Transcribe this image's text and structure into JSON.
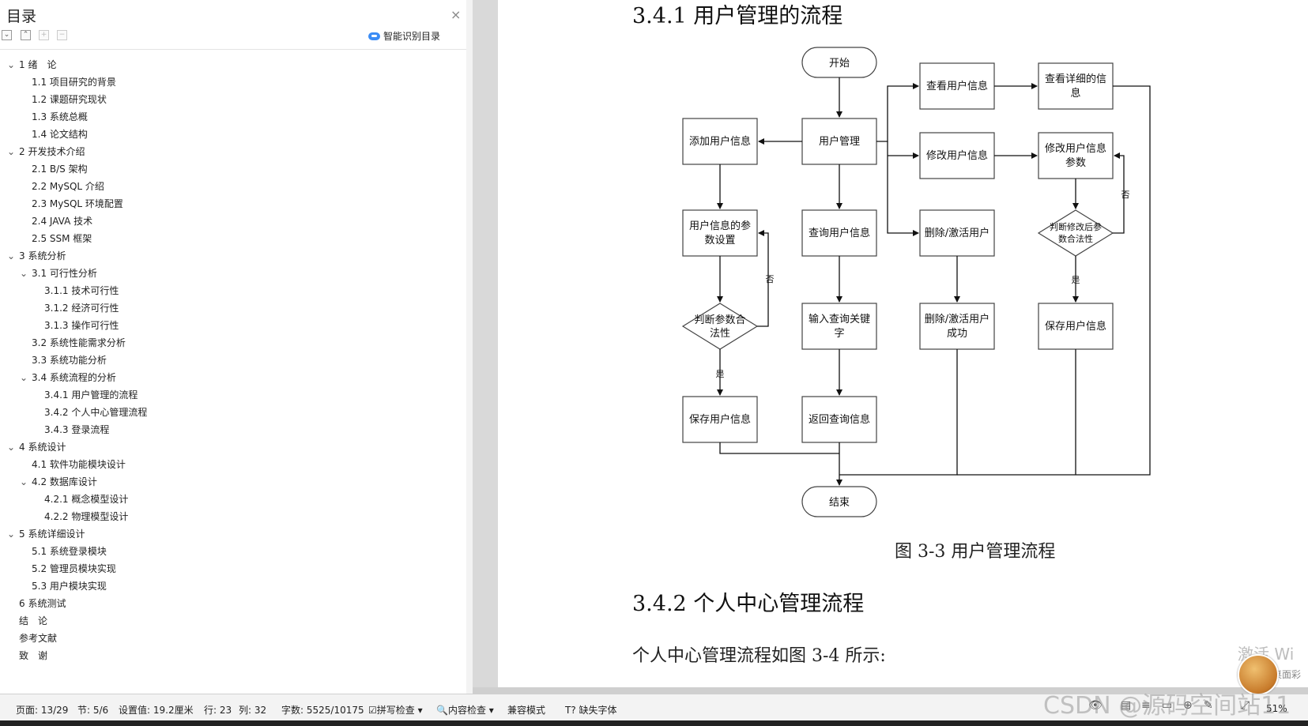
{
  "toc": {
    "title": "目录",
    "close_icon": "×",
    "toolbar": [
      "collapse-all-icon",
      "expand-icon",
      "add-icon",
      "remove-icon"
    ],
    "smart_toc_label": "智能识别目录",
    "items": [
      {
        "label": "1 绪　论",
        "level": 0,
        "expanded": true
      },
      {
        "label": "1.1 项目研究的背景",
        "level": 1
      },
      {
        "label": "1.2 课题研究现状",
        "level": 1
      },
      {
        "label": "1.3 系统总概",
        "level": 1
      },
      {
        "label": "1.4 论文结构",
        "level": 1
      },
      {
        "label": "2 开发技术介绍",
        "level": 0,
        "expanded": true
      },
      {
        "label": "2.1 B/S 架构",
        "level": 1
      },
      {
        "label": "2.2 MySQL 介绍",
        "level": 1
      },
      {
        "label": "2.3 MySQL 环境配置",
        "level": 1
      },
      {
        "label": "2.4 JAVA 技术",
        "level": 1
      },
      {
        "label": "2.5 SSM 框架",
        "level": 1
      },
      {
        "label": "3 系统分析",
        "level": 0,
        "expanded": true
      },
      {
        "label": "3.1 可行性分析",
        "level": 1,
        "expanded": true
      },
      {
        "label": "3.1.1 技术可行性",
        "level": 2
      },
      {
        "label": "3.1.2 经济可行性",
        "level": 2
      },
      {
        "label": "3.1.3 操作可行性",
        "level": 2
      },
      {
        "label": "3.2 系统性能需求分析",
        "level": 1
      },
      {
        "label": "3.3 系统功能分析",
        "level": 1
      },
      {
        "label": "3.4 系统流程的分析",
        "level": 1,
        "expanded": true
      },
      {
        "label": "3.4.1  用户管理的流程",
        "level": 2
      },
      {
        "label": "3.4.2  个人中心管理流程",
        "level": 2
      },
      {
        "label": "3.4.3  登录流程",
        "level": 2
      },
      {
        "label": "4 系统设计",
        "level": 0,
        "expanded": true
      },
      {
        "label": "4.1  软件功能模块设计",
        "level": 1
      },
      {
        "label": "4.2  数据库设计",
        "level": 1,
        "expanded": true
      },
      {
        "label": "4.2.1  概念模型设计",
        "level": 2
      },
      {
        "label": "4.2.2  物理模型设计",
        "level": 2
      },
      {
        "label": "5 系统详细设计",
        "level": 0,
        "expanded": true
      },
      {
        "label": "5.1 系统登录模块",
        "level": 1
      },
      {
        "label": "5.2 管理员模块实现",
        "level": 1
      },
      {
        "label": "5.3 用户模块实现",
        "level": 1
      },
      {
        "label": "6 系统测试",
        "level": 0
      },
      {
        "label": "结　论",
        "level": 0
      },
      {
        "label": "参考文献",
        "level": 0
      },
      {
        "label": "致　谢",
        "level": 0
      }
    ]
  },
  "document": {
    "heading_341": "3.4.1  用户管理的流程",
    "heading_342": "3.4.2  个人中心管理流程",
    "caption": "图 3-3  用户管理流程",
    "body_text": "个人中心管理流程如图 3-4 所示:",
    "flowchart": {
      "start": "开始",
      "end": "结束",
      "user_mgmt": "用户管理",
      "add_user": "添加用户信息",
      "user_param_1": "用户信息的参",
      "user_param_2": "数设置",
      "judge_param_1": "判断参数合",
      "judge_param_2": "法性",
      "save_user_left": "保存用户信息",
      "query_user": "查询用户信息",
      "input_key_1": "输入查询关键",
      "input_key_2": "字",
      "return_query": "返回查询信息",
      "view_user": "查看用户信息",
      "edit_user": "修改用户信息",
      "delete_user": "删除/激活用户",
      "delete_success_1": "删除/激活用户",
      "delete_success_2": "成功",
      "view_detail_1": "查看详细的信",
      "view_detail_2": "息",
      "edit_param_1": "修改用户信息",
      "edit_param_2": "参数",
      "judge_edit_1": "判断修改后参",
      "judge_edit_2": "数合法性",
      "save_user_right": "保存用户信息",
      "yes": "是",
      "no": "否"
    }
  },
  "watermark": {
    "activate": "激活 Wi",
    "activate_sub": "桌面彩",
    "csdn": "CSDN @源码空间站11"
  },
  "status_bar": {
    "page": "页面: 13/29",
    "section": "节: 5/6",
    "setting": "设置值: 19.2厘米",
    "row": "行: 23",
    "col": "列: 32",
    "words": "字数: 5525/10175",
    "spell_check": "拼写检查",
    "content_check": "内容检查",
    "compat": "兼容模式",
    "missing_font": "缺失字体",
    "zoom": "51%"
  }
}
